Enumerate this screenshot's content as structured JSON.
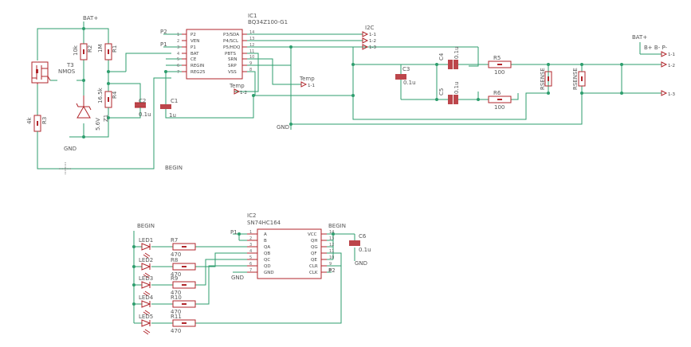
{
  "nets": {
    "bat_plus": "BAT+",
    "gnd": "GND",
    "begin": "BEGIN",
    "p1": "P1",
    "p2": "P2",
    "i2c": "I2C",
    "temp": "Temp",
    "batt_conn": "B+  B-  P-",
    "pin1": "1-1",
    "pin2": "1-2",
    "pin3": "1-3"
  },
  "ic1": {
    "ref": "IC1",
    "part": "BQ34Z100-G1",
    "left_pins": [
      {
        "num": "1",
        "name": "P2"
      },
      {
        "num": "2",
        "name": "VEN"
      },
      {
        "num": "3",
        "name": "P1"
      },
      {
        "num": "4",
        "name": "BAT"
      },
      {
        "num": "5",
        "name": "CE"
      },
      {
        "num": "6",
        "name": "REGIN"
      },
      {
        "num": "7",
        "name": "REG25"
      }
    ],
    "right_pins": [
      {
        "num": "14",
        "name": "P3/SDA"
      },
      {
        "num": "13",
        "name": "P4/SCL"
      },
      {
        "num": "12",
        "name": "P5/HDQ"
      },
      {
        "num": "11",
        "name": "PBTS"
      },
      {
        "num": "10",
        "name": "SRN"
      },
      {
        "num": "9",
        "name": "SRP"
      },
      {
        "num": "8",
        "name": "VSS"
      }
    ]
  },
  "ic2": {
    "ref": "IC2",
    "part": "SN74HC164",
    "left_pins": [
      {
        "num": "1",
        "name": "A"
      },
      {
        "num": "2",
        "name": "B"
      },
      {
        "num": "3",
        "name": "QA"
      },
      {
        "num": "4",
        "name": "QB"
      },
      {
        "num": "5",
        "name": "QC"
      },
      {
        "num": "6",
        "name": "QD"
      },
      {
        "num": "7",
        "name": "GND"
      }
    ],
    "right_pins": [
      {
        "num": "14",
        "name": "VCC"
      },
      {
        "num": "13",
        "name": "QH"
      },
      {
        "num": "12",
        "name": "QG"
      },
      {
        "num": "11",
        "name": "QF"
      },
      {
        "num": "10",
        "name": "QE"
      },
      {
        "num": "9",
        "name": "CLR"
      },
      {
        "num": "8",
        "name": "CLK"
      }
    ]
  },
  "parts": {
    "t3": "T3",
    "t3_type": "NMOS",
    "r2": "R2",
    "r2_val": "10k",
    "r1": "R1",
    "r1_val": "1M",
    "r3": "R3",
    "r3_val": "4k",
    "r4": "R4",
    "r4_val": "16.5k",
    "z1": "Z1",
    "z1_val": "5.6V",
    "c2": "C2",
    "c2_val": "0.1u",
    "c1": "C1",
    "c1_val": "1u",
    "c3": "C3",
    "c3_val": "0.1u",
    "c4": "C4",
    "c4_val": "0.1u",
    "c5": "C5",
    "c5_val": "0.1u",
    "c6": "C6",
    "c6_val": "0.1u",
    "r5": "R5",
    "r5_val": "100",
    "r6": "R6",
    "r6_val": "100",
    "rsense1": "RSENSE",
    "rsense2": "RSENSE",
    "leds": [
      {
        "ref": "LED1",
        "res": "R7",
        "val": "470"
      },
      {
        "ref": "LED2",
        "res": "R8",
        "val": "470"
      },
      {
        "ref": "LED3",
        "res": "R9",
        "val": "470"
      },
      {
        "ref": "LED4",
        "res": "R10",
        "val": "470"
      },
      {
        "ref": "LED5",
        "res": "R11",
        "val": "470"
      }
    ]
  },
  "colors": {
    "wire": "#2e9e6e",
    "part": "#b0262b",
    "text": "#555555"
  }
}
